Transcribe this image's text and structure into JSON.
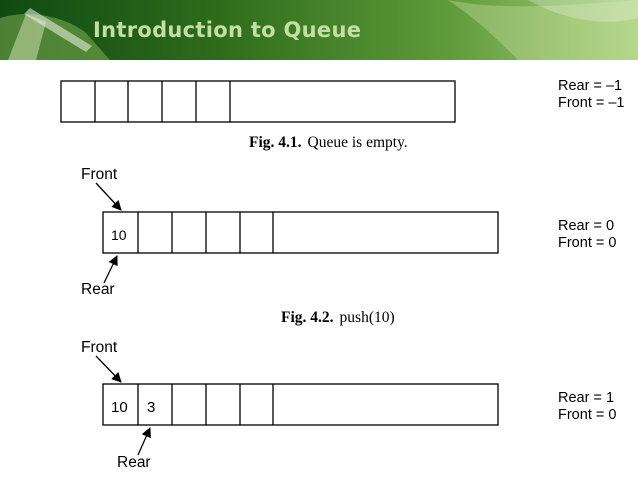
{
  "header": {
    "title": "Introduction to Queue"
  },
  "figures": [
    {
      "caption_num": "Fig. 4.1.",
      "caption_text": "Queue is empty.",
      "cells": [
        "",
        "",
        "",
        "",
        ""
      ],
      "status": [
        "Rear = –1",
        "Front = –1"
      ],
      "front_label": "",
      "rear_label": ""
    },
    {
      "caption_num": "Fig. 4.2.",
      "caption_text": "push(10)",
      "cells": [
        "10",
        "",
        "",
        "",
        ""
      ],
      "status": [
        "Rear = 0",
        "Front = 0"
      ],
      "front_label": "Front",
      "rear_label": "Rear"
    },
    {
      "caption_num": "",
      "caption_text": "",
      "cells": [
        "10",
        "3",
        "",
        "",
        ""
      ],
      "status": [
        "Rear = 1",
        "Front = 0"
      ],
      "front_label": "Front",
      "rear_label": "Rear"
    }
  ]
}
